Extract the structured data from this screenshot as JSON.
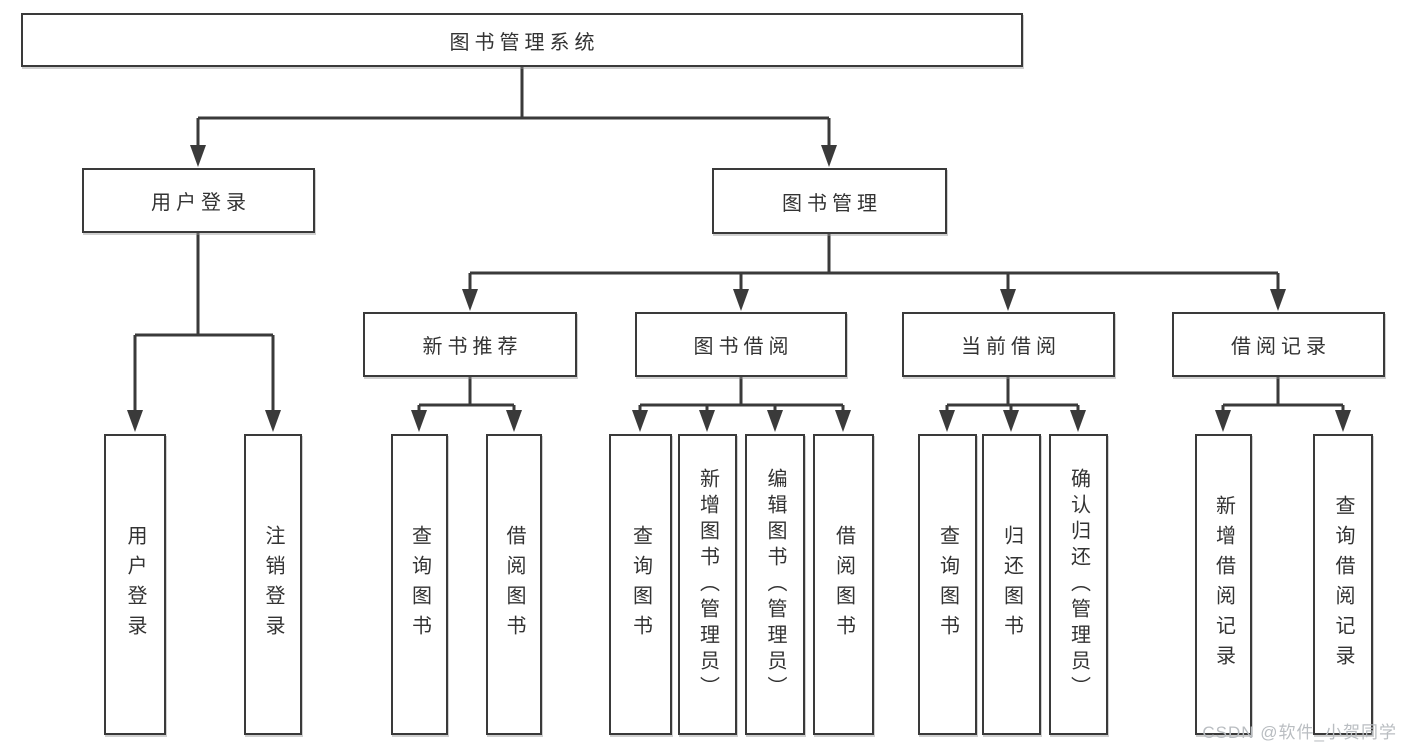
{
  "nodes": {
    "root": "图书管理系统",
    "user_login": "用户登录",
    "book_mgmt": "图书管理",
    "new_book_rec": "新书推荐",
    "book_borrow": "图书借阅",
    "current_borrow": "当前借阅",
    "borrow_record": "借阅记录",
    "leaf_user_login": "用户登录",
    "leaf_logout": "注销登录",
    "leaf_query_book_rec": "查询图书",
    "leaf_borrow_book_rec": "借阅图书",
    "leaf_query_book_borrow": "查询图书",
    "leaf_add_book_admin": "新增图书（管理员）",
    "leaf_edit_book_admin": "编辑图书（管理员）",
    "leaf_borrow_book_borrow": "借阅图书",
    "leaf_query_book_current": "查询图书",
    "leaf_return_book": "归还图书",
    "leaf_confirm_return_admin": "确认归还（管理员）",
    "leaf_add_borrow_record": "新增借阅记录",
    "leaf_query_borrow_record": "查询借阅记录"
  },
  "watermark": "CSDN @软件_小贺同学",
  "colors": {
    "line": "#3a3a3a",
    "border": "#3a3a3a",
    "text": "#333333",
    "watermark": "#b9bdc1",
    "background": "#ffffff"
  }
}
